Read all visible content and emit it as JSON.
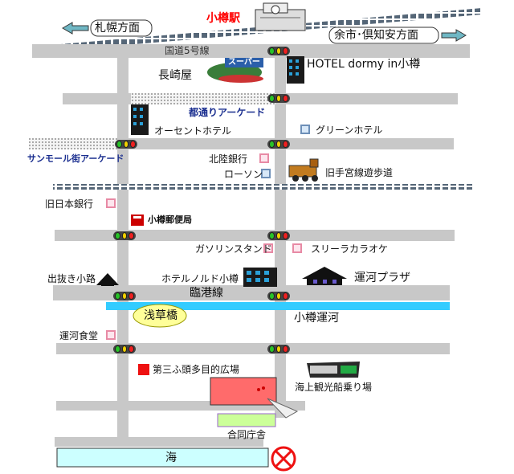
{
  "station": "小樽駅",
  "directions": {
    "left": "札幌方面",
    "right": "余市･倶知安方面"
  },
  "roads": {
    "route5": "国道5号線",
    "rinko": "臨港線",
    "canal": "小樽運河"
  },
  "arcades": {
    "miyakodori": "都通りアーケード",
    "sunmall": "サンモール街アーケード"
  },
  "places": {
    "nagasakiya": "長崎屋",
    "super_sign": "スーパー",
    "hotel_dormy": "HOTEL dormy in小樽",
    "ocean_hotel": "オーセントホテル",
    "green_hotel": "グリーンホテル",
    "hokuriku_bank": "北陸銀行",
    "lawson": "ローソン",
    "old_temiya": "旧手宮線遊歩道",
    "old_bank_japan": "旧日本銀行",
    "post_office": "小樽郵便局",
    "gas_station": "ガソリンスタンド",
    "three_la": "スリーラカラオケ",
    "denuki": "出抜き小路",
    "hotel_nord": "ホテルノルド小樽",
    "unga_plaza": "運河プラザ",
    "asakusa": "浅草橋",
    "unga_shokudo": "運河食堂",
    "plaza3": "第三ふ頭多目的広場",
    "cruise": "海上観光船乗り場",
    "godo": "合同庁舎",
    "sea": "海"
  },
  "colors": {
    "road": "#c8c8c8",
    "canal": "#33ccff",
    "sea": "#ccffff",
    "plaza": "#ff6b6b",
    "godo": "#ccff99",
    "station_text": "#ff0000",
    "arcade_text": "#1a2e8f"
  }
}
